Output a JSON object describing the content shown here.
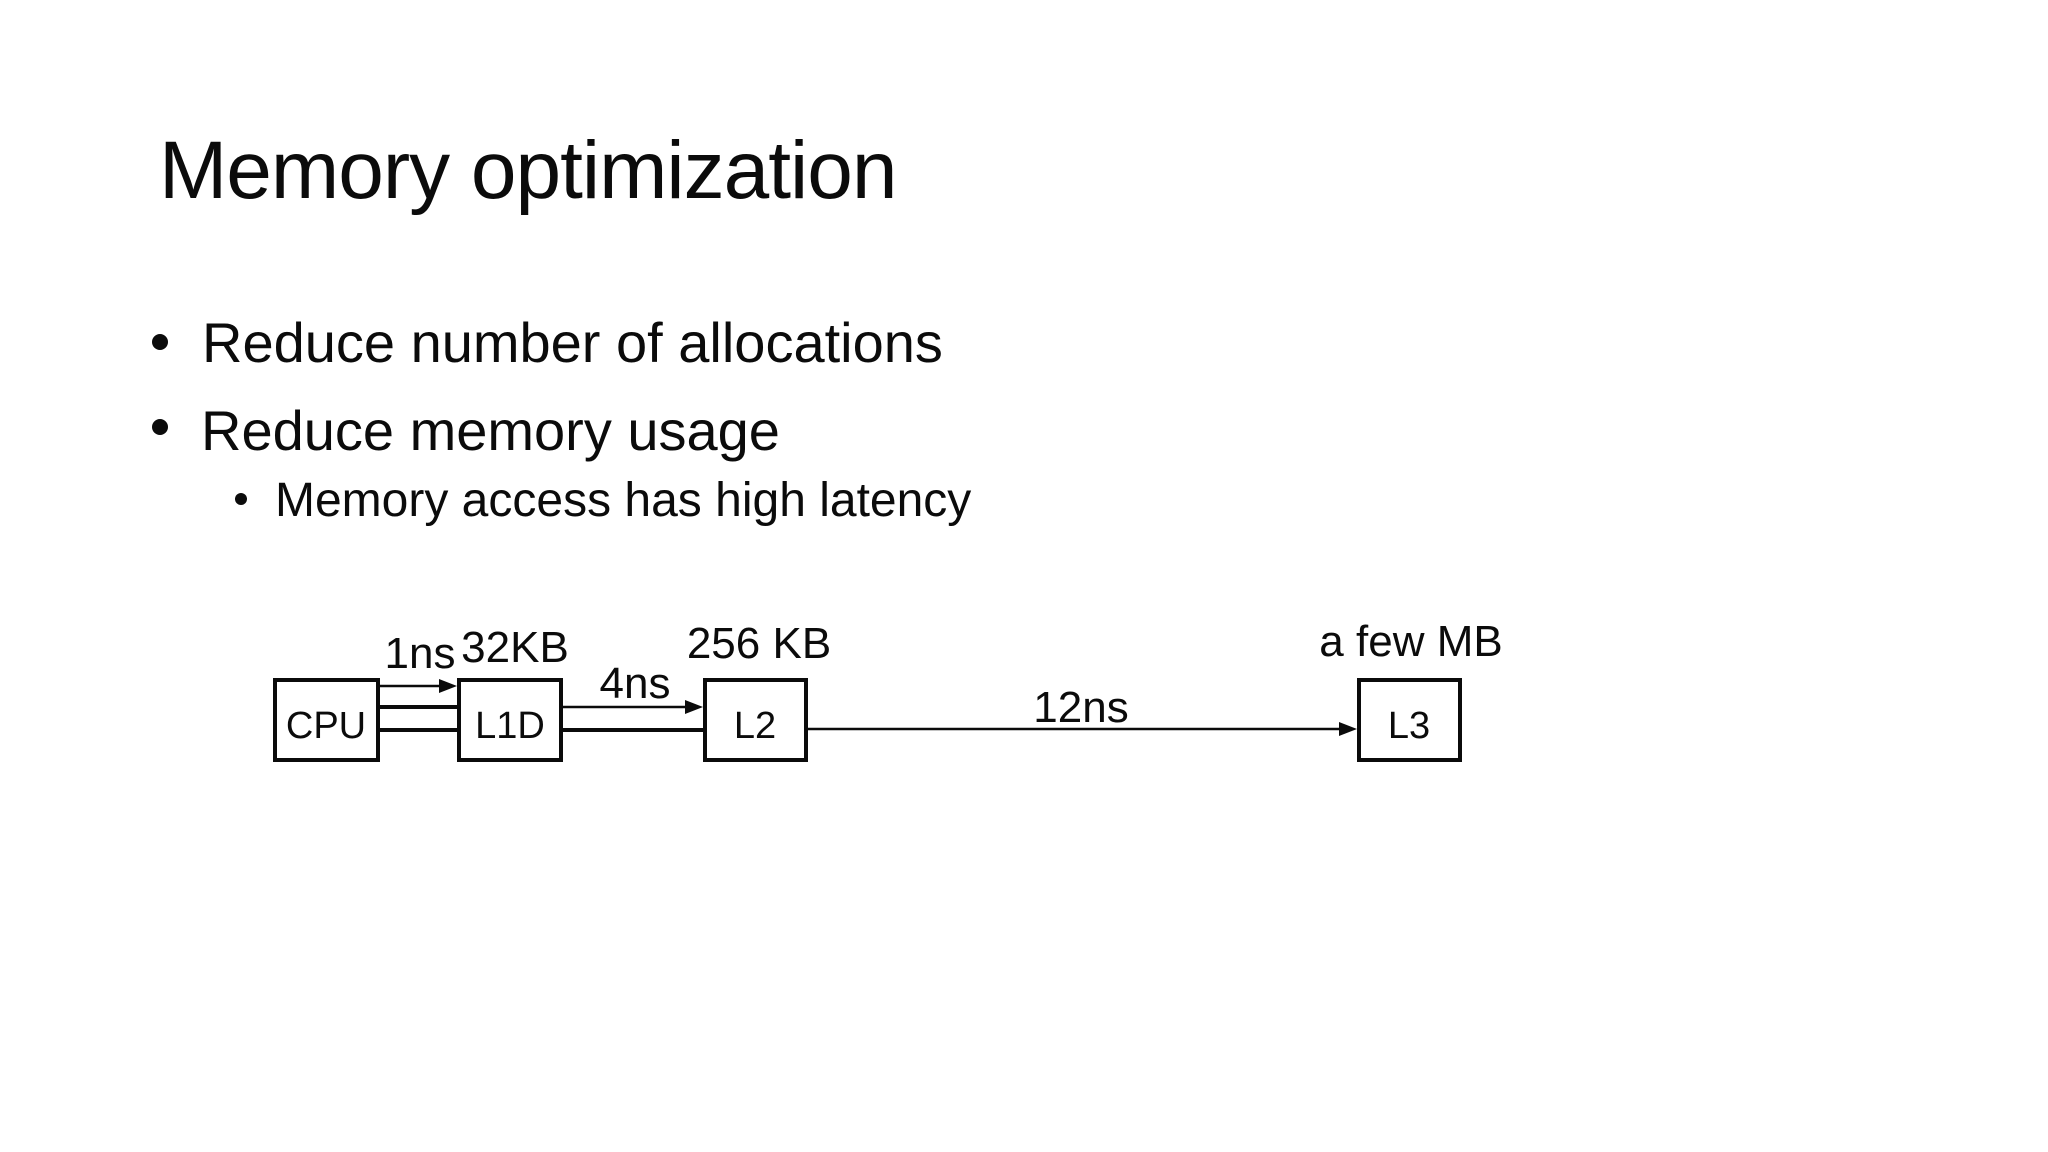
{
  "slide": {
    "title": "Memory optimization",
    "bullets": [
      {
        "level": 1,
        "text": "Reduce number of allocations"
      },
      {
        "level": 1,
        "text": "Reduce memory usage"
      },
      {
        "level": 2,
        "text": "Memory access has high latency"
      }
    ]
  },
  "diagram": {
    "nodes": [
      {
        "label": "CPU"
      },
      {
        "label": "L1D",
        "size": "32KB"
      },
      {
        "label": "L2",
        "size": "256 KB"
      },
      {
        "label": "L3",
        "size": "a few MB"
      }
    ],
    "edges": [
      {
        "from": "CPU",
        "to": "L1D",
        "latency": "1ns"
      },
      {
        "from": "L1D",
        "to": "L2",
        "latency": "4ns"
      },
      {
        "from": "L2",
        "to": "L3",
        "latency": "12ns"
      }
    ]
  },
  "colors": {
    "background": "#ffffff",
    "text": "#000000"
  }
}
